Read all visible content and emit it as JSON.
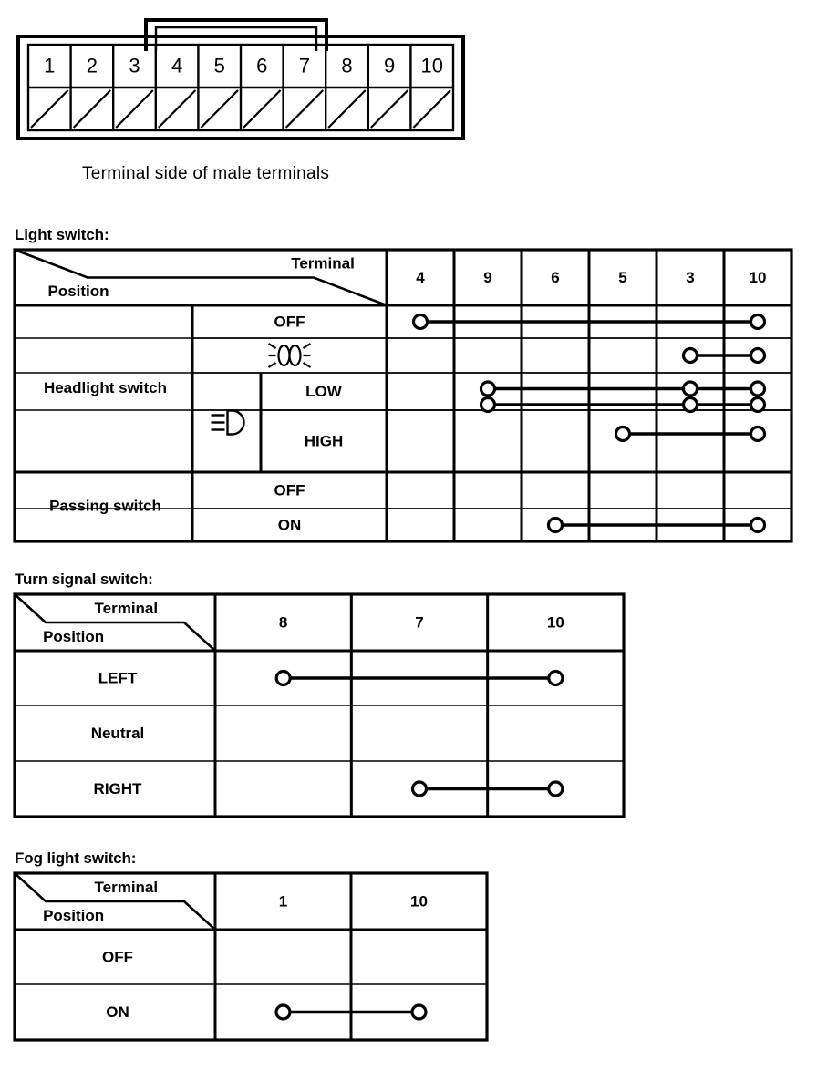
{
  "figure": {
    "caption": "Terminal side of male terminals",
    "connector_name": "10-pin-connector",
    "pins": [
      "1",
      "2",
      "3",
      "4",
      "5",
      "6",
      "7",
      "8",
      "9",
      "10"
    ]
  },
  "header_labels": {
    "terminal": "Terminal",
    "position": "Position"
  },
  "light_switch": {
    "title": "Light switch:",
    "terminals": [
      "4",
      "9",
      "6",
      "5",
      "3",
      "10"
    ],
    "groups": [
      {
        "name": "Headlight switch",
        "rows": 4
      },
      {
        "name": "Passing switch",
        "rows": 2
      }
    ],
    "rows": [
      {
        "group": "Headlight switch",
        "position": "OFF",
        "symbol": "none",
        "sub": "",
        "connections": [
          [
            "4",
            "10"
          ]
        ]
      },
      {
        "group": "Headlight switch",
        "position": "",
        "symbol": "parking-lamp",
        "sub": "",
        "connections": [
          [
            "3",
            "10"
          ]
        ]
      },
      {
        "group": "Headlight switch",
        "position": "LOW",
        "symbol": "low-beam",
        "sub": "LOW",
        "connections": [
          [
            "9",
            "3",
            "10"
          ]
        ]
      },
      {
        "group": "Headlight switch",
        "position": "HIGH",
        "symbol": "low-beam",
        "sub": "HIGH",
        "connections": [
          [
            "9",
            "3",
            "10"
          ],
          [
            "5",
            "10"
          ]
        ]
      },
      {
        "group": "Passing switch",
        "position": "OFF",
        "symbol": "none",
        "sub": "",
        "connections": []
      },
      {
        "group": "Passing switch",
        "position": "ON",
        "symbol": "none",
        "sub": "",
        "connections": [
          [
            "6",
            "10"
          ]
        ]
      }
    ]
  },
  "turn_signal_switch": {
    "title": "Turn signal switch:",
    "terminals": [
      "8",
      "7",
      "10"
    ],
    "rows": [
      {
        "position": "LEFT",
        "connections": [
          [
            "8",
            "10"
          ]
        ]
      },
      {
        "position": "Neutral",
        "connections": []
      },
      {
        "position": "RIGHT",
        "connections": [
          [
            "7",
            "10"
          ]
        ]
      }
    ]
  },
  "fog_light_switch": {
    "title": "Fog light switch:",
    "terminals": [
      "1",
      "10"
    ],
    "rows": [
      {
        "position": "OFF",
        "connections": []
      },
      {
        "position": "ON",
        "connections": [
          [
            "1",
            "10"
          ]
        ]
      }
    ]
  },
  "colors": {
    "ink": "#000000",
    "paper": "#ffffff"
  }
}
